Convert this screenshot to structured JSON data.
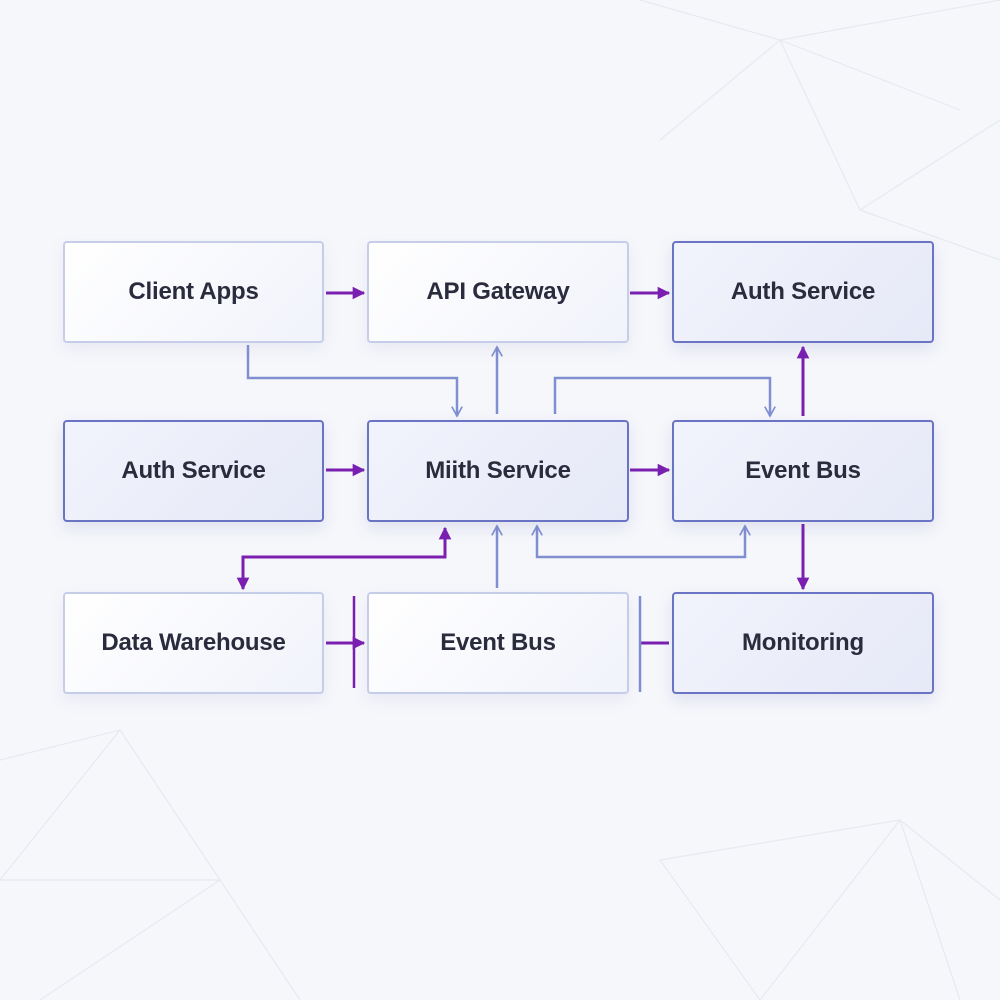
{
  "colors": {
    "purple_arrow": "#7a1fb0",
    "blue_arrow": "#7f8fd0",
    "light_border": "#c6cde8",
    "strong_border": "#6b74c4",
    "text": "#2a2b3d"
  },
  "nodes": {
    "client_apps": "Client Apps",
    "api_gateway": "API Gateway",
    "auth_service_top": "Auth Service",
    "auth_service_left": "Auth Service",
    "miith_service": "Miith Service",
    "event_bus_right": "Event Bus",
    "data_warehouse": "Data Warehouse",
    "event_bus_bottom": "Event Bus",
    "monitoring": "Monitoring"
  },
  "edges": [
    {
      "from": "client_apps",
      "to": "api_gateway",
      "color": "purple"
    },
    {
      "from": "api_gateway",
      "to": "auth_service_top",
      "color": "purple",
      "style": "dashed"
    },
    {
      "from": "client_apps",
      "to": "miith_service",
      "color": "blue"
    },
    {
      "from": "miith_service",
      "to": "api_gateway",
      "color": "blue"
    },
    {
      "from": "miith_service",
      "to": "event_bus_right",
      "color": "blue"
    },
    {
      "from": "event_bus_right",
      "to": "auth_service_top",
      "color": "purple"
    },
    {
      "from": "auth_service_left",
      "to": "miith_service",
      "color": "purple"
    },
    {
      "from": "miith_service",
      "to": "event_bus_right",
      "color": "purple",
      "style": "dashed"
    },
    {
      "from": "event_bus_right",
      "to": "miith_service",
      "color": "blue"
    },
    {
      "from": "miith_service",
      "to": "data_warehouse",
      "color": "purple"
    },
    {
      "from": "event_bus_bottom",
      "to": "miith_service",
      "color": "blue"
    },
    {
      "from": "event_bus_right",
      "to": "monitoring",
      "color": "purple"
    },
    {
      "from": "data_warehouse",
      "to": "event_bus_bottom",
      "color": "purple"
    },
    {
      "from": "monitoring",
      "to": "event_bus_bottom",
      "color": "purple"
    }
  ]
}
